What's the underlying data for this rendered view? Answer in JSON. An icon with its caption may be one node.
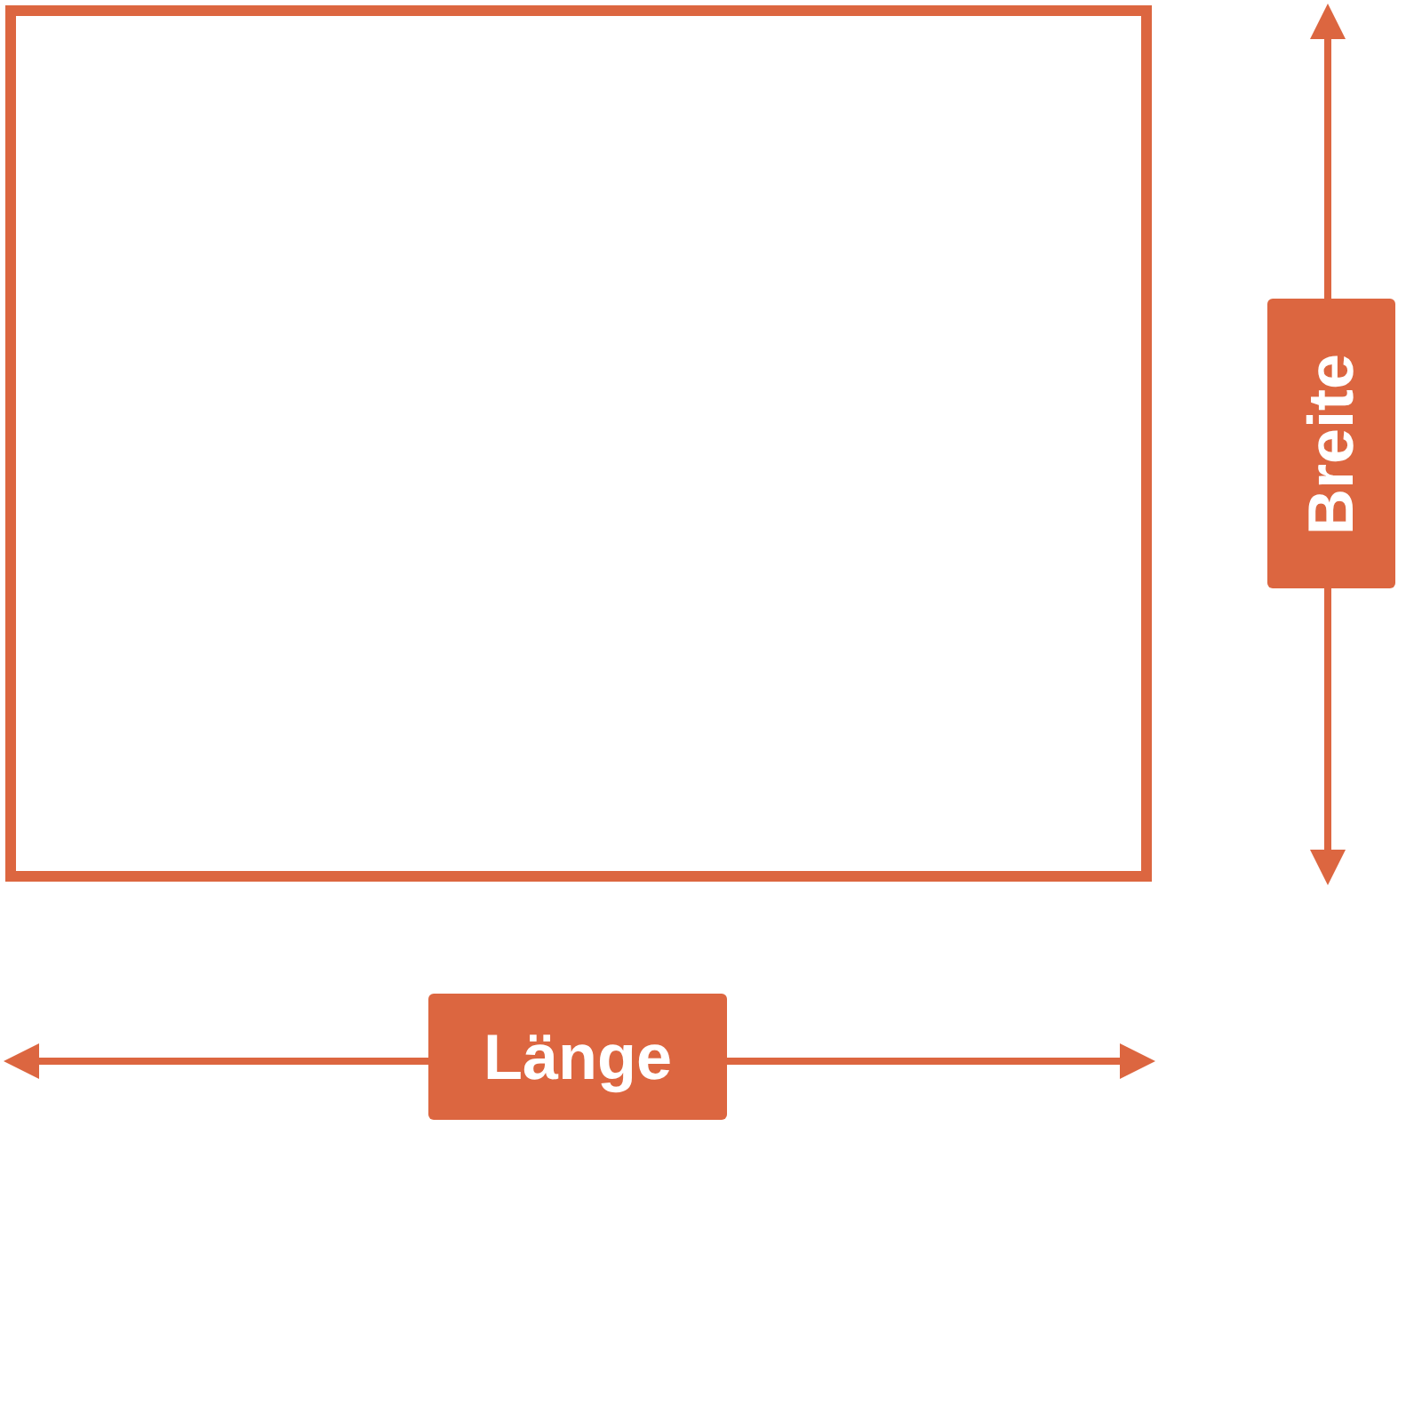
{
  "diagram": {
    "nodes": [
      {
        "text": [],
        "shape": "box"
      },
      {
        "text": [
          "Breite"
        ]
      },
      {
        "text": [
          "Länge"
        ]
      }
    ]
  }
}
